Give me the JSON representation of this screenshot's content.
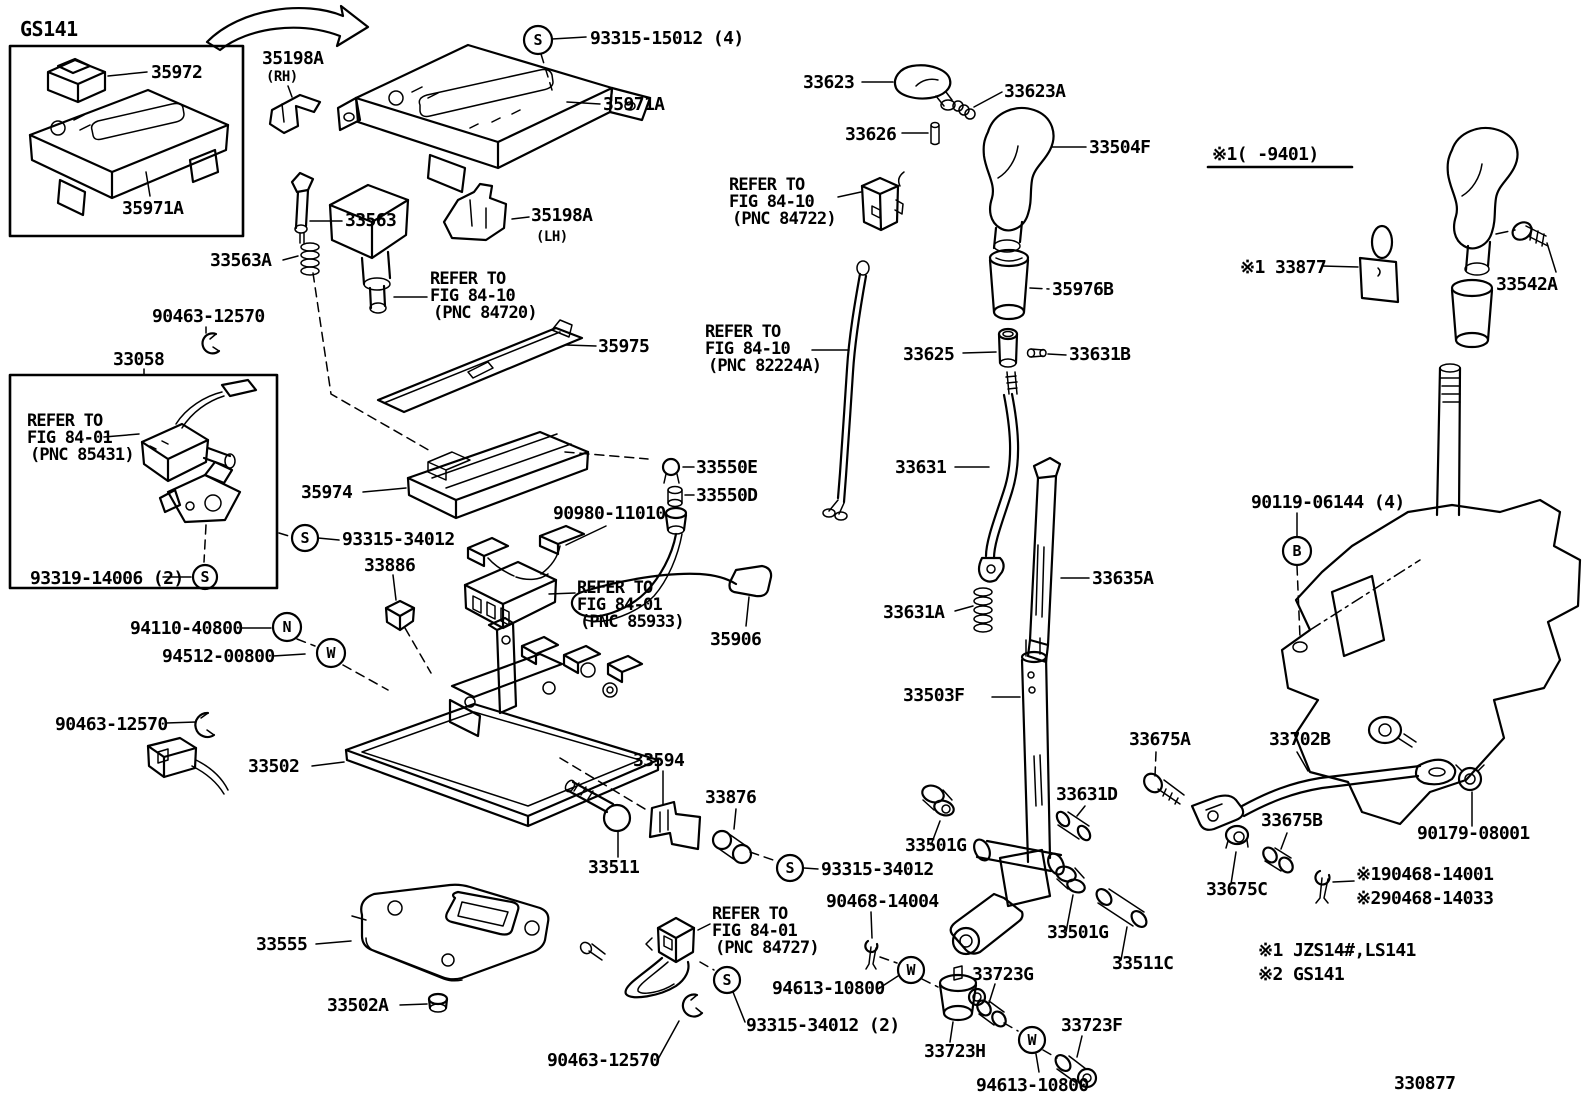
{
  "figure": {
    "code": "330877"
  },
  "title_box": {
    "label": "GS141"
  },
  "symbols": {
    "s": "S",
    "n": "N",
    "w": "W",
    "b": "B"
  },
  "notes": {
    "variant_9401": "※1(      -9401)",
    "footnote1": "※1 JZS14#,LS141",
    "footnote2": "※2 GS141"
  },
  "callouts": {
    "p35972": "35972",
    "p35971a_inbox": "35971A",
    "p35198a_rh": "35198A",
    "p35198a_rh_side": "(RH)",
    "s93315_15012": "93315-15012 (4)",
    "p35971a_main": "35971A",
    "p33623": "33623",
    "p33623a": "33623A",
    "p33626": "33626",
    "p33504f": "33504F",
    "p33877": "※1 33877",
    "p33542a": "33542A",
    "p35976b": "35976B",
    "p33563": "33563",
    "p35198a_lh": "35198A",
    "p35198a_lh_side": "(LH)",
    "p33563a": "33563A",
    "p90463_12570_top": "90463-12570",
    "p33058": "33058",
    "p93319_14006": "93319-14006 (2)",
    "p35975": "35975",
    "p33625": "33625",
    "p33631b": "33631B",
    "p33631": "33631",
    "p35974": "35974",
    "p33550e": "33550E",
    "p33550d": "33550D",
    "p90980_11010": "90980-11010",
    "p93315_34012_a": "93315-34012",
    "p33886": "33886",
    "p35906": "35906",
    "p33635a": "33635A",
    "p33631a": "33631A",
    "p90119_06144": "90119-06144 (4)",
    "p94110_40800": "94110-40800",
    "p94512_00800": "94512-00800",
    "p90463_12570_left": "90463-12570",
    "p33502": "33502",
    "p33503f": "33503F",
    "p33594": "33594",
    "p33876": "33876",
    "p33511": "33511",
    "p93315_34012_b": "93315-34012",
    "p33501g_a": "33501G",
    "p33631d": "33631D",
    "p33675a": "33675A",
    "p33702b": "33702B",
    "p33675b": "33675B",
    "p90179_08001": "90179-08001",
    "p33675c": "33675C",
    "p90468_14001": "※190468-14001",
    "p90468_14033": "※290468-14033",
    "p33501g_b": "33501G",
    "p33511c": "33511C",
    "p33555": "33555",
    "p33502a": "33502A",
    "p90463_12570_bottom": "90463-12570",
    "p93315_34012_2": "93315-34012 (2)",
    "p90468_14004": "90468-14004",
    "p94613_10800_a": "94613-10800",
    "p33723g": "33723G",
    "p33723h": "33723H",
    "p94613_10800_b": "94613-10800",
    "p33723f": "33723F"
  },
  "refer": {
    "pnc84722": {
      "l1": "REFER TO",
      "l2": "FIG 84-10",
      "l3": "(PNC 84722)"
    },
    "pnc84720": {
      "l1": "REFER TO",
      "l2": "FIG 84-10",
      "l3": "(PNC 84720)"
    },
    "pnc82224a": {
      "l1": "REFER TO",
      "l2": "FIG 84-10",
      "l3": "(PNC 82224A)"
    },
    "pnc85431": {
      "l1": "REFER TO",
      "l2": "FIG 84-01",
      "l3": "(PNC 85431)"
    },
    "pnc85933": {
      "l1": "REFER TO",
      "l2": "FIG 84-01",
      "l3": "(PNC 85933)"
    },
    "pnc84727": {
      "l1": "REFER TO",
      "l2": "FIG 84-01",
      "l3": "(PNC 84727)"
    }
  }
}
